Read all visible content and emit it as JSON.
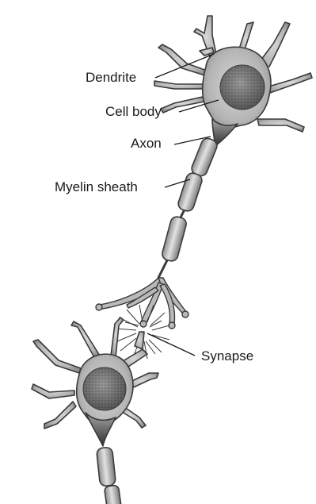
{
  "labels": {
    "dendrite": "Dendrite",
    "cell_body": "Cell body",
    "axon": "Axon",
    "myelin_sheath": "Myelin sheath",
    "synapse": "Synapse"
  },
  "colors": {
    "cell_fill": "#b9b9b9",
    "nucleus_fill": "#6e6e6e",
    "myelin_fill": "#c9c9c9",
    "outline": "#3a3a3a",
    "text": "#1a1a1a"
  }
}
